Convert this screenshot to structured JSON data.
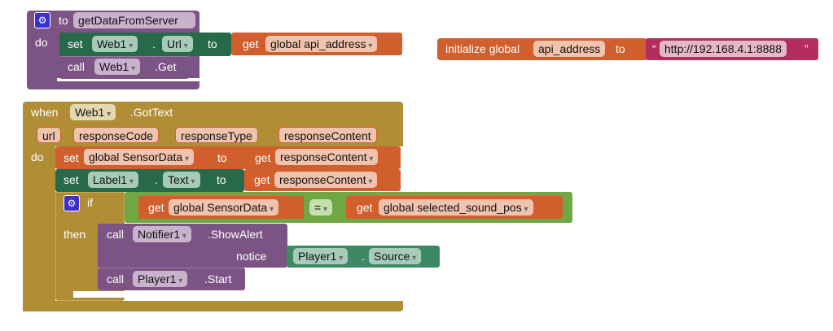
{
  "procedure": {
    "to": "to",
    "name": "getDataFromServer",
    "do": "do",
    "set": {
      "kw": "set",
      "component": "Web1",
      "dot": ".",
      "property": "Url",
      "to": "to",
      "get": "get",
      "variable": "global api_address"
    },
    "call": {
      "kw": "call",
      "component": "Web1",
      "method": ".Get"
    }
  },
  "global_init": {
    "label": "initialize global",
    "name": "api_address",
    "to": "to",
    "quote_open": "“",
    "value": "http://192.168.4.1:8888",
    "quote_close": "”"
  },
  "event": {
    "when": "when",
    "component": "Web1",
    "event": ".GotText",
    "params": [
      "url",
      "responseCode",
      "responseType",
      "responseContent"
    ],
    "do": "do",
    "set_global": {
      "kw": "set",
      "variable": "global SensorData",
      "to": "to",
      "get": "get",
      "value": "responseContent"
    },
    "set_label": {
      "kw": "set",
      "component": "Label1",
      "dot": ".",
      "property": "Text",
      "to": "to",
      "get": "get",
      "value": "responseContent"
    },
    "if": {
      "kw": "if",
      "then": "then",
      "left_get": "get",
      "left_var": "global SensorData",
      "op": "=",
      "right_get": "get",
      "right_var": "global selected_sound_pos"
    },
    "notifier": {
      "kw": "call",
      "component": "Notifier1",
      "method": ".ShowAlert",
      "arg": "notice",
      "src_component": "Player1",
      "dot": ".",
      "src_property": "Source"
    },
    "player": {
      "kw": "call",
      "component": "Player1",
      "method": ".Start"
    }
  }
}
